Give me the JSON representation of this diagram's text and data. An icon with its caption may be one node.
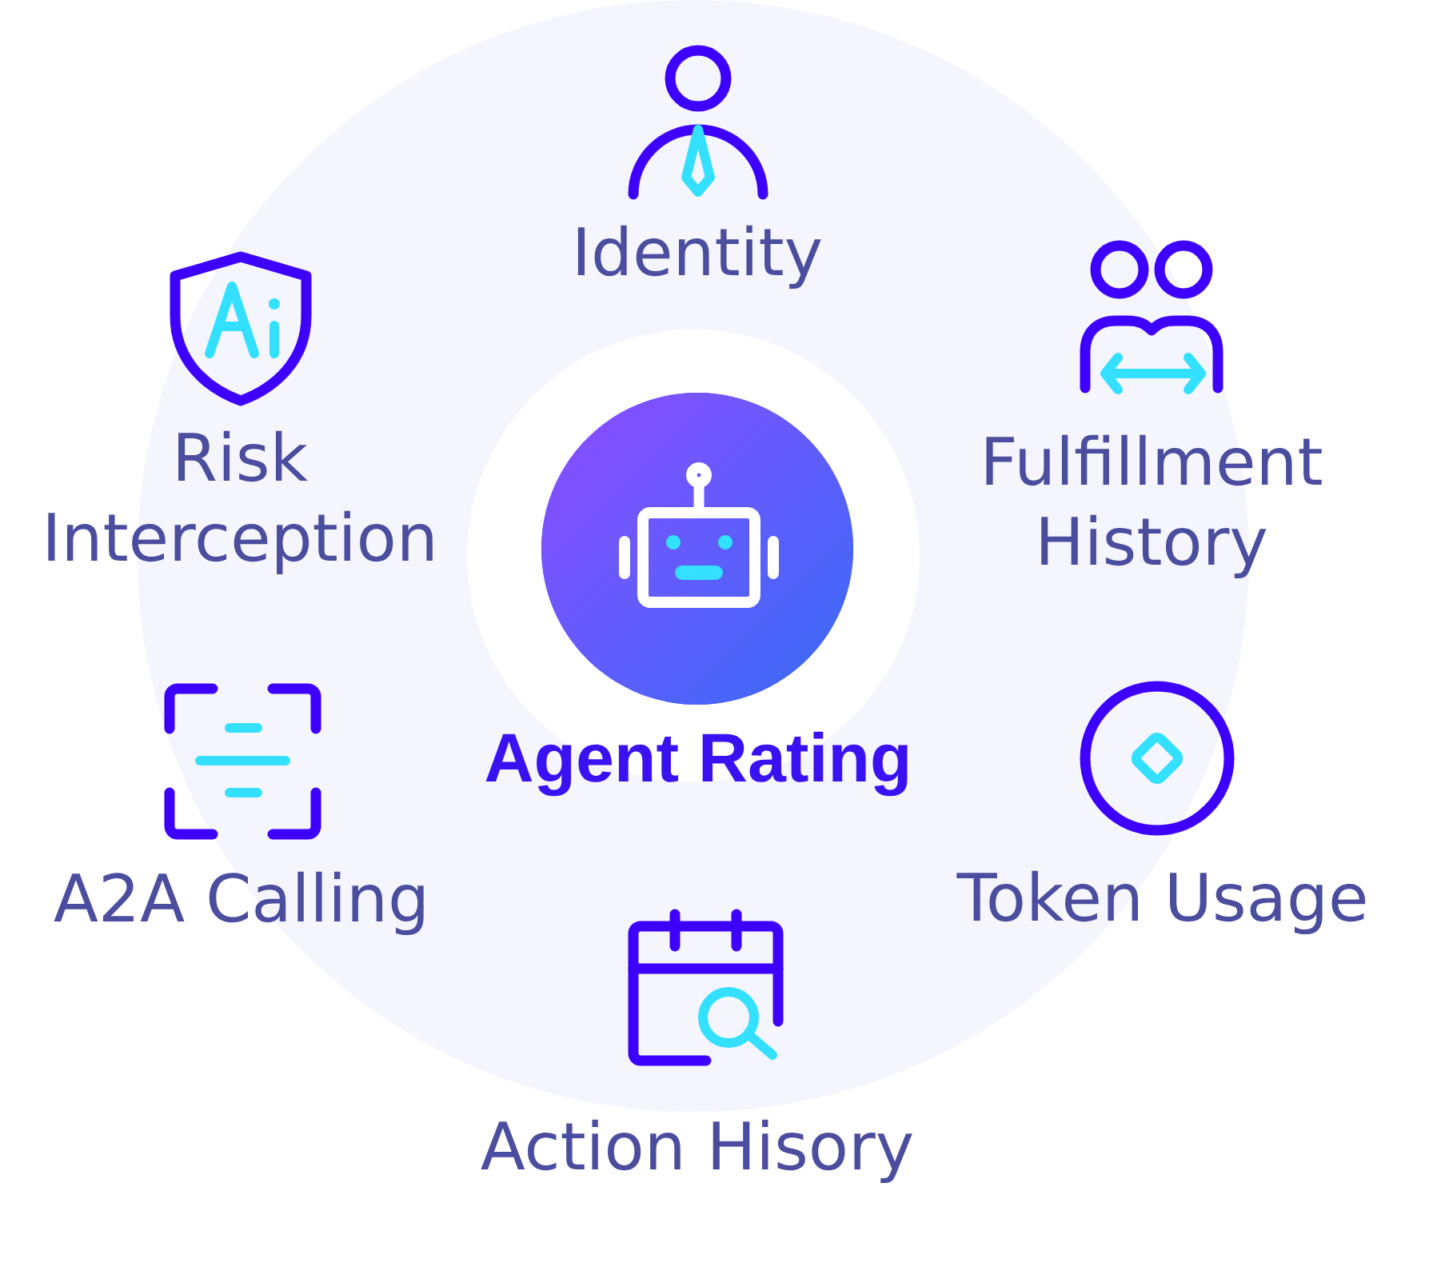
{
  "diagram": {
    "nodes": [
      {
        "text": [
          "Agent Rating"
        ]
      }
    ],
    "labels": [
      "Identity",
      "Risk Interception",
      "Fulfillment History",
      "A2A Calling",
      "Token Usage",
      "Action Hisory"
    ]
  }
}
